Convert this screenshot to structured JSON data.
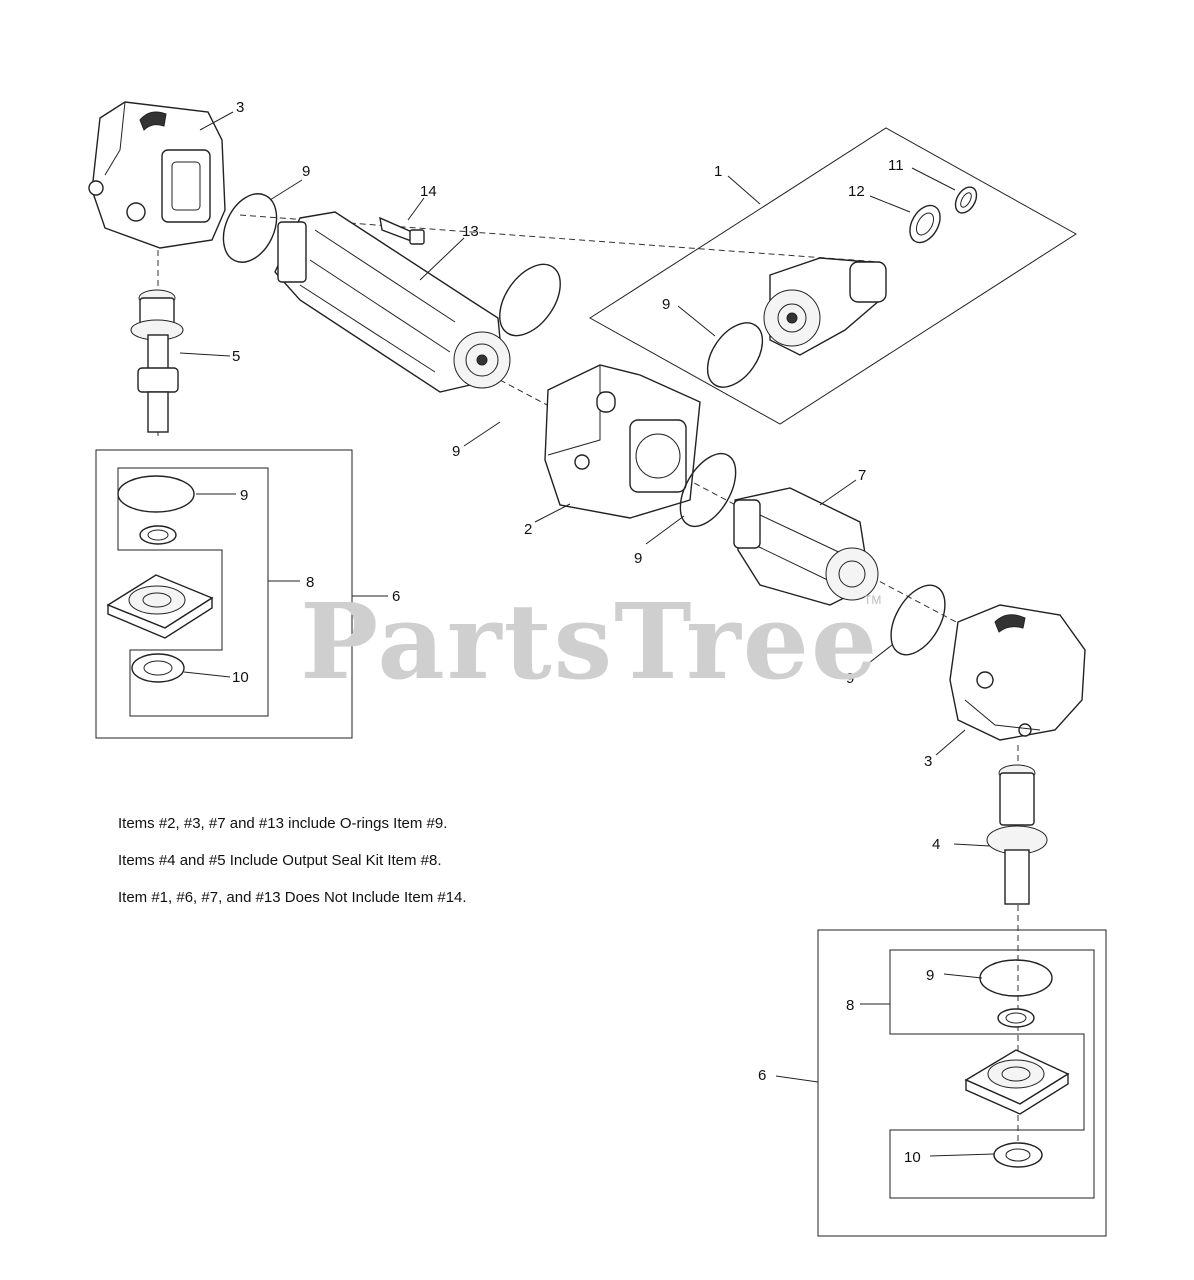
{
  "watermark": {
    "text": "PartsTree",
    "tm": "TM"
  },
  "callouts": {
    "c1": "1",
    "c2": "2",
    "c3a": "3",
    "c3b": "3",
    "c4": "4",
    "c5": "5",
    "c6a": "6",
    "c6b": "6",
    "c7": "7",
    "c8a": "8",
    "c8b": "8",
    "c9a": "9",
    "c9b": "9",
    "c9c": "9",
    "c9d": "9",
    "c9e": "9",
    "c9f": "9",
    "c9g": "9",
    "c10a": "10",
    "c10b": "10",
    "c11": "11",
    "c12": "12",
    "c13": "13",
    "c14": "14"
  },
  "notes": [
    "Items #2, #3, #7 and #13 include O-rings Item #9.",
    "Items #4 and #5 Include Output Seal Kit Item #8.",
    "Item #1, #6, #7, and #13 Does Not Include Item #14."
  ]
}
